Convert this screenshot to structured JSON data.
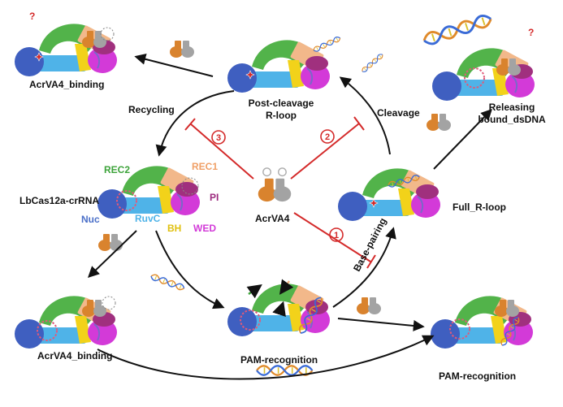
{
  "labels": {
    "acrva4_binding_top": "AcrVA4_binding",
    "post_cleavage_line1": "Post-cleavage",
    "post_cleavage_line2": "R-loop",
    "releasing_line1": "Releasing",
    "releasing_line2": "bound_dsDNA",
    "recycling": "Recycling",
    "cleavage": "Cleavage",
    "complex_name": "LbCas12a-crRNA",
    "inhibitor": "AcrVA4",
    "full_r_loop": "Full_R-loop",
    "base_pairing": "Base-pairing",
    "acrva4_binding_bottom": "AcrVA4_binding",
    "pam_recognition_center": "PAM-recognition",
    "pam_recognition_right": "PAM-recognition",
    "question_mark": "?",
    "step_1": "1",
    "step_2": "2",
    "step_3": "3"
  },
  "domains": {
    "rec2": "REC2",
    "rec1": "REC1",
    "nuc": "Nuc",
    "ruvc": "RuvC",
    "bh": "BH",
    "pi": "PI",
    "wed": "WED"
  },
  "colors": {
    "rec2": "#3da33a",
    "rec1": "#f3b483",
    "nuc": "#4a6fc8",
    "ruvc": "#4fb3e8",
    "bh": "#f0d21a",
    "pi": "#9c2a7e",
    "wed": "#d23ad8",
    "inhibitor_red": "#d42a2a",
    "acr_orange": "#d87a2a",
    "acr_gray": "#9a9a9a"
  },
  "icons": [
    "acrva4-dimer-icon",
    "dna-helix-icon",
    "cleavage-site-star-icon",
    "binding-pocket-circle-icon"
  ]
}
